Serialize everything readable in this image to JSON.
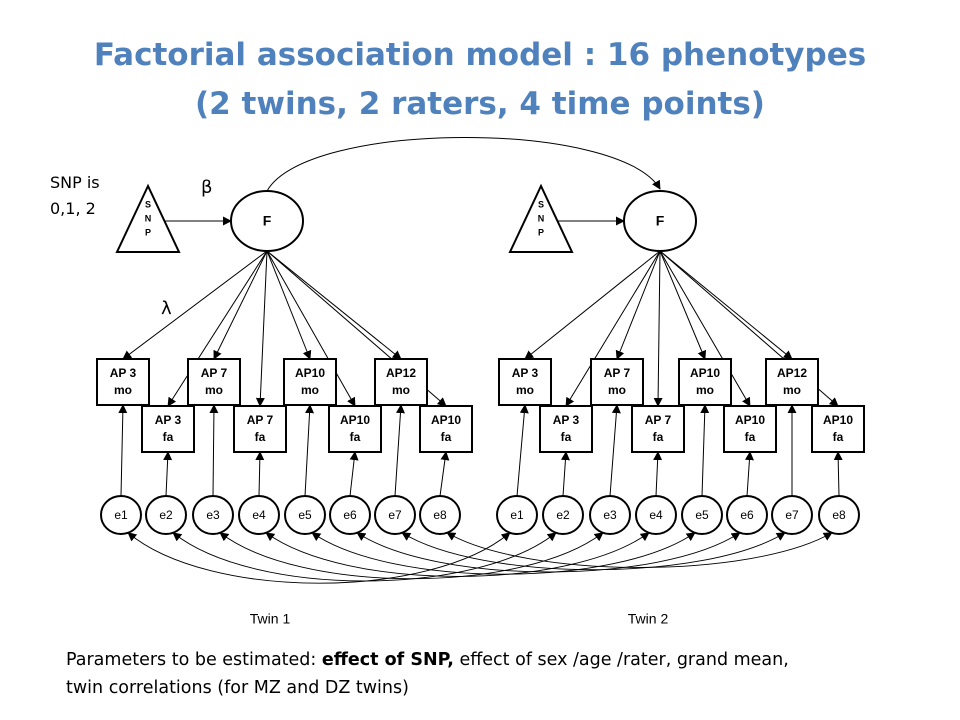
{
  "title": {
    "line1": "Factorial association model : 16 phenotypes",
    "line2": "(2 twins, 2 raters, 4 time points)"
  },
  "snp_note": {
    "line1": "SNP is",
    "line2": "0,1, 2"
  },
  "beta_label": "β",
  "lambda_label": "λ",
  "snp_label": [
    "S",
    "N",
    "P"
  ],
  "factor_label": "F",
  "twins": [
    {
      "label": "Twin 1",
      "indicators_mo": [
        [
          "AP 3",
          "mo"
        ],
        [
          "AP 7",
          "mo"
        ],
        [
          "AP10",
          "mo"
        ],
        [
          "AP12",
          "mo"
        ]
      ],
      "indicators_fa": [
        [
          "AP 3",
          "fa"
        ],
        [
          "AP 7",
          "fa"
        ],
        [
          "AP10",
          "fa"
        ],
        [
          "AP10",
          "fa"
        ]
      ],
      "errors": [
        "e1",
        "e2",
        "e3",
        "e4",
        "e5",
        "e6",
        "e7",
        "e8"
      ]
    },
    {
      "label": "Twin 2",
      "indicators_mo": [
        [
          "AP 3",
          "mo"
        ],
        [
          "AP 7",
          "mo"
        ],
        [
          "AP10",
          "mo"
        ],
        [
          "AP12",
          "mo"
        ]
      ],
      "indicators_fa": [
        [
          "AP 3",
          "fa"
        ],
        [
          "AP 7",
          "fa"
        ],
        [
          "AP10",
          "fa"
        ],
        [
          "AP10",
          "fa"
        ]
      ],
      "errors": [
        "e1",
        "e2",
        "e3",
        "e4",
        "e5",
        "e6",
        "e7",
        "e8"
      ]
    }
  ],
  "footer": {
    "prefix": "Parameters to be estimated: ",
    "bold": "effect of SNP,",
    "rest1": " effect of sex /age /rater, grand mean,",
    "line2": "twin correlations (for MZ and DZ twins)"
  }
}
